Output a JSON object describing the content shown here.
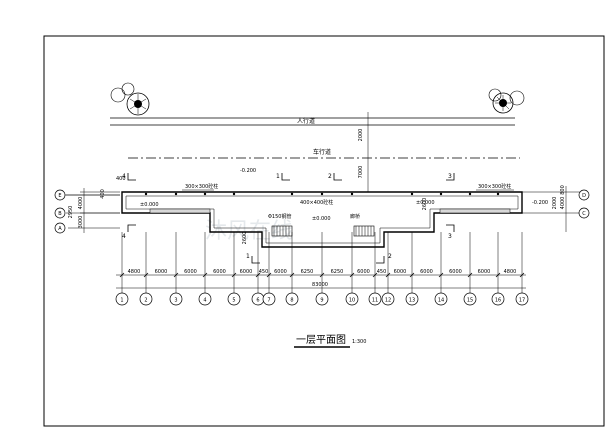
{
  "drawing": {
    "title": "一层平面图",
    "scale": "1:300",
    "road_label": "人行道",
    "lane_label": "车行道",
    "watermark": "沐风在线",
    "col_note_left": "300×300砼柱",
    "col_note_right": "300×300砼柱",
    "col_note_mid": "400×400砼柱",
    "pipe_note": "Φ150钢管",
    "stair_note": "廊桥",
    "elev_pos_left": "±0.000",
    "elev_pos_right": "±0.000",
    "elev_mid": "±0.000",
    "elev_top_left": "-0.200",
    "elev_top_right": "-0.200",
    "section_marks": [
      "1",
      "1",
      "2",
      "2",
      "3",
      "3",
      "4",
      "4"
    ],
    "vertical_dims": [
      "2000",
      "7000",
      "2600",
      "2600"
    ],
    "left_dims": [
      "400",
      "4000",
      "3000",
      "2950"
    ],
    "right_dims": [
      "800",
      "4000",
      "2000"
    ],
    "left_small_dim": "400",
    "bottom_dims": [
      "4800",
      "6000",
      "6000",
      "6000",
      "6000",
      "450",
      "6000",
      "6250",
      "6250",
      "6000",
      "450",
      "6000",
      "6000",
      "6000",
      "6000",
      "4800"
    ],
    "total_dim": "83000",
    "axis_numbers": [
      "1",
      "2",
      "3",
      "4",
      "5",
      "6",
      "7",
      "8",
      "9",
      "10",
      "11",
      "12",
      "13",
      "14",
      "15",
      "16",
      "17"
    ],
    "axis_letters_left": [
      "E",
      "B",
      "A"
    ],
    "axis_letters_right": [
      "D",
      "C"
    ]
  },
  "colors": {
    "line": "#000000",
    "hatch": "#d8d8d8",
    "watermark": "#cfd6dc"
  }
}
